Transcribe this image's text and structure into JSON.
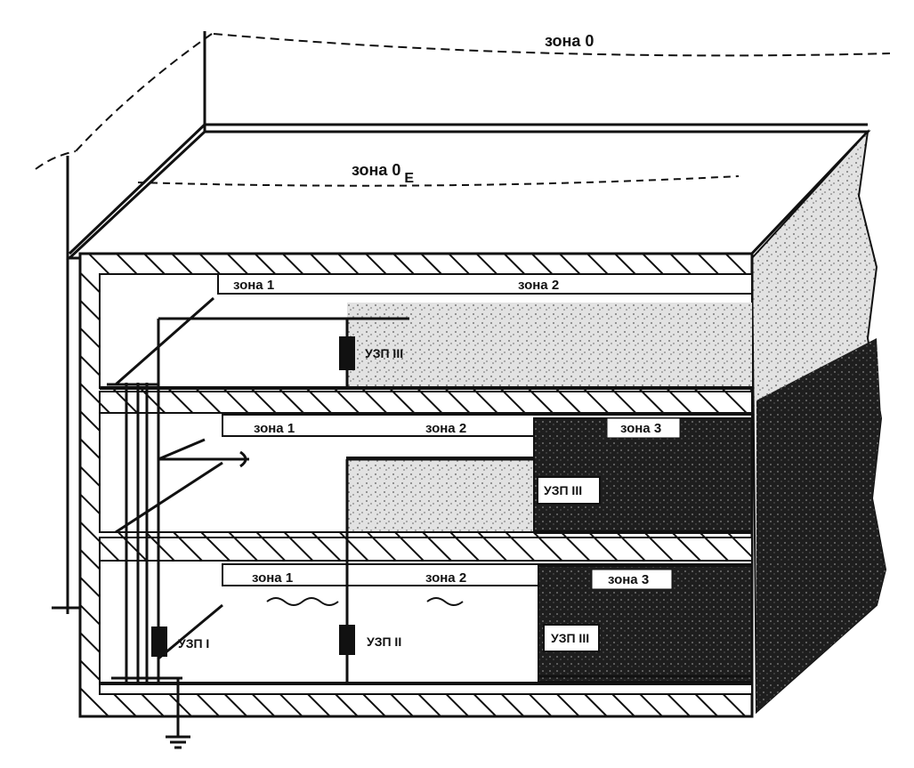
{
  "zones": {
    "zone0": "зона 0",
    "zone0e_main": "зона 0",
    "zone0e_sub": "E",
    "floor_top_zone1": "зона 1",
    "floor_top_zone2": "зона 2",
    "floor_mid_zone1": "зона 1",
    "floor_mid_zone2": "зона 2",
    "floor_mid_zone3": "зона 3",
    "floor_bot_zone1": "зона 1",
    "floor_bot_zone2": "зона 2",
    "floor_bot_zone3": "зона 3"
  },
  "devices": {
    "top_uzp3": "УЗП III",
    "mid_uzp3": "УЗП III",
    "bot_uzp1": "УЗП I",
    "bot_uzp2": "УЗП II",
    "bot_uzp3": "УЗП III"
  },
  "colors": {
    "ink": "#111111",
    "paper": "#ffffff",
    "zone2_shade": "#d8d8d8",
    "zone3_shade": "#2a2a2a"
  }
}
